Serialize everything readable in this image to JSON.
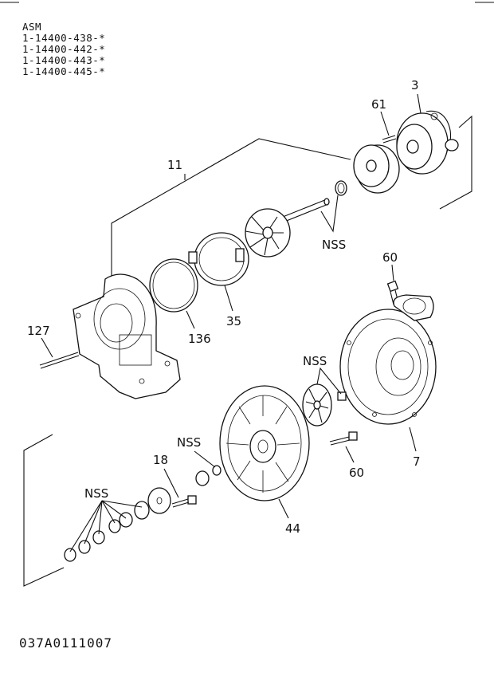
{
  "header": {
    "title": "ASM",
    "part_numbers": [
      "1-14400-438-*",
      "1-14400-442-*",
      "1-14400-443-*",
      "1-14400-445-*"
    ]
  },
  "callouts": {
    "c3": "3",
    "c61": "61",
    "c11": "11",
    "nss_shaft": "NSS",
    "c60_top": "60",
    "c127": "127",
    "c136": "136",
    "c35": "35",
    "nss_nut": "NSS",
    "c7": "7",
    "nss_bushing": "NSS",
    "c18": "18",
    "c60_bottom": "60",
    "nss_rings": "NSS",
    "c44": "44"
  },
  "footer": {
    "drawing_code": "037A0111007"
  }
}
